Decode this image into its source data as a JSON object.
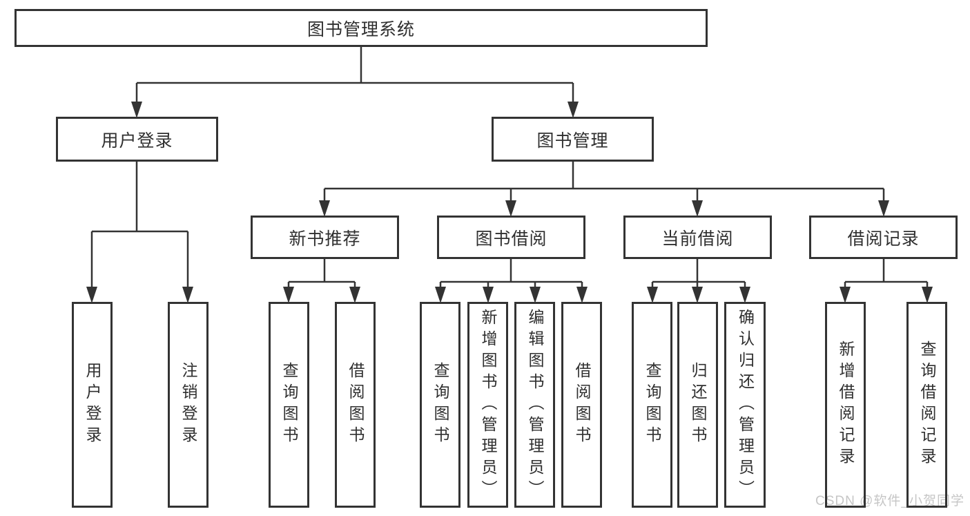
{
  "diagram": {
    "title": "图书管理系统",
    "nodes": {
      "root": {
        "label": "图书管理系统"
      },
      "login": {
        "label": "用户登录"
      },
      "mgmt": {
        "label": "图书管理"
      },
      "newbook": {
        "label": "新书推荐"
      },
      "borrow": {
        "label": "图书借阅"
      },
      "current": {
        "label": "当前借阅"
      },
      "records": {
        "label": "借阅记录"
      },
      "login_leaf": {
        "label": "用户登录"
      },
      "logout": {
        "label": "注销登录"
      },
      "nb_query": {
        "label": "查询图书"
      },
      "nb_borrow": {
        "label": "借阅图书"
      },
      "bb_query": {
        "label": "查询图书"
      },
      "bb_add": {
        "label": "新增图书（管理员）"
      },
      "bb_edit": {
        "label": "编辑图书（管理员）"
      },
      "bb_borrow": {
        "label": "借阅图书"
      },
      "cb_query": {
        "label": "查询图书"
      },
      "cb_return": {
        "label": "归还图书"
      },
      "cb_confirm": {
        "label": "确认归还（管理员）"
      },
      "br_add": {
        "label": "新增借阅记录"
      },
      "br_query": {
        "label": "查询借阅记录"
      }
    },
    "edges": [
      {
        "from": "root",
        "to": [
          "login",
          "mgmt"
        ]
      },
      {
        "from": "login",
        "to": [
          "login_leaf",
          "logout"
        ]
      },
      {
        "from": "mgmt",
        "to": [
          "newbook",
          "borrow",
          "current",
          "records"
        ]
      },
      {
        "from": "newbook",
        "to": [
          "nb_query",
          "nb_borrow"
        ]
      },
      {
        "from": "borrow",
        "to": [
          "bb_query",
          "bb_add",
          "bb_edit",
          "bb_borrow"
        ]
      },
      {
        "from": "current",
        "to": [
          "cb_query",
          "cb_return",
          "cb_confirm"
        ]
      },
      {
        "from": "records",
        "to": [
          "br_add",
          "br_query"
        ]
      }
    ],
    "colors": {
      "line": "#333333",
      "text": "#2f2f2f",
      "box_background": "#ffffff"
    }
  },
  "watermark": {
    "text": "CSDN @软件_小贺同学",
    "color": "#c6c6c6"
  }
}
